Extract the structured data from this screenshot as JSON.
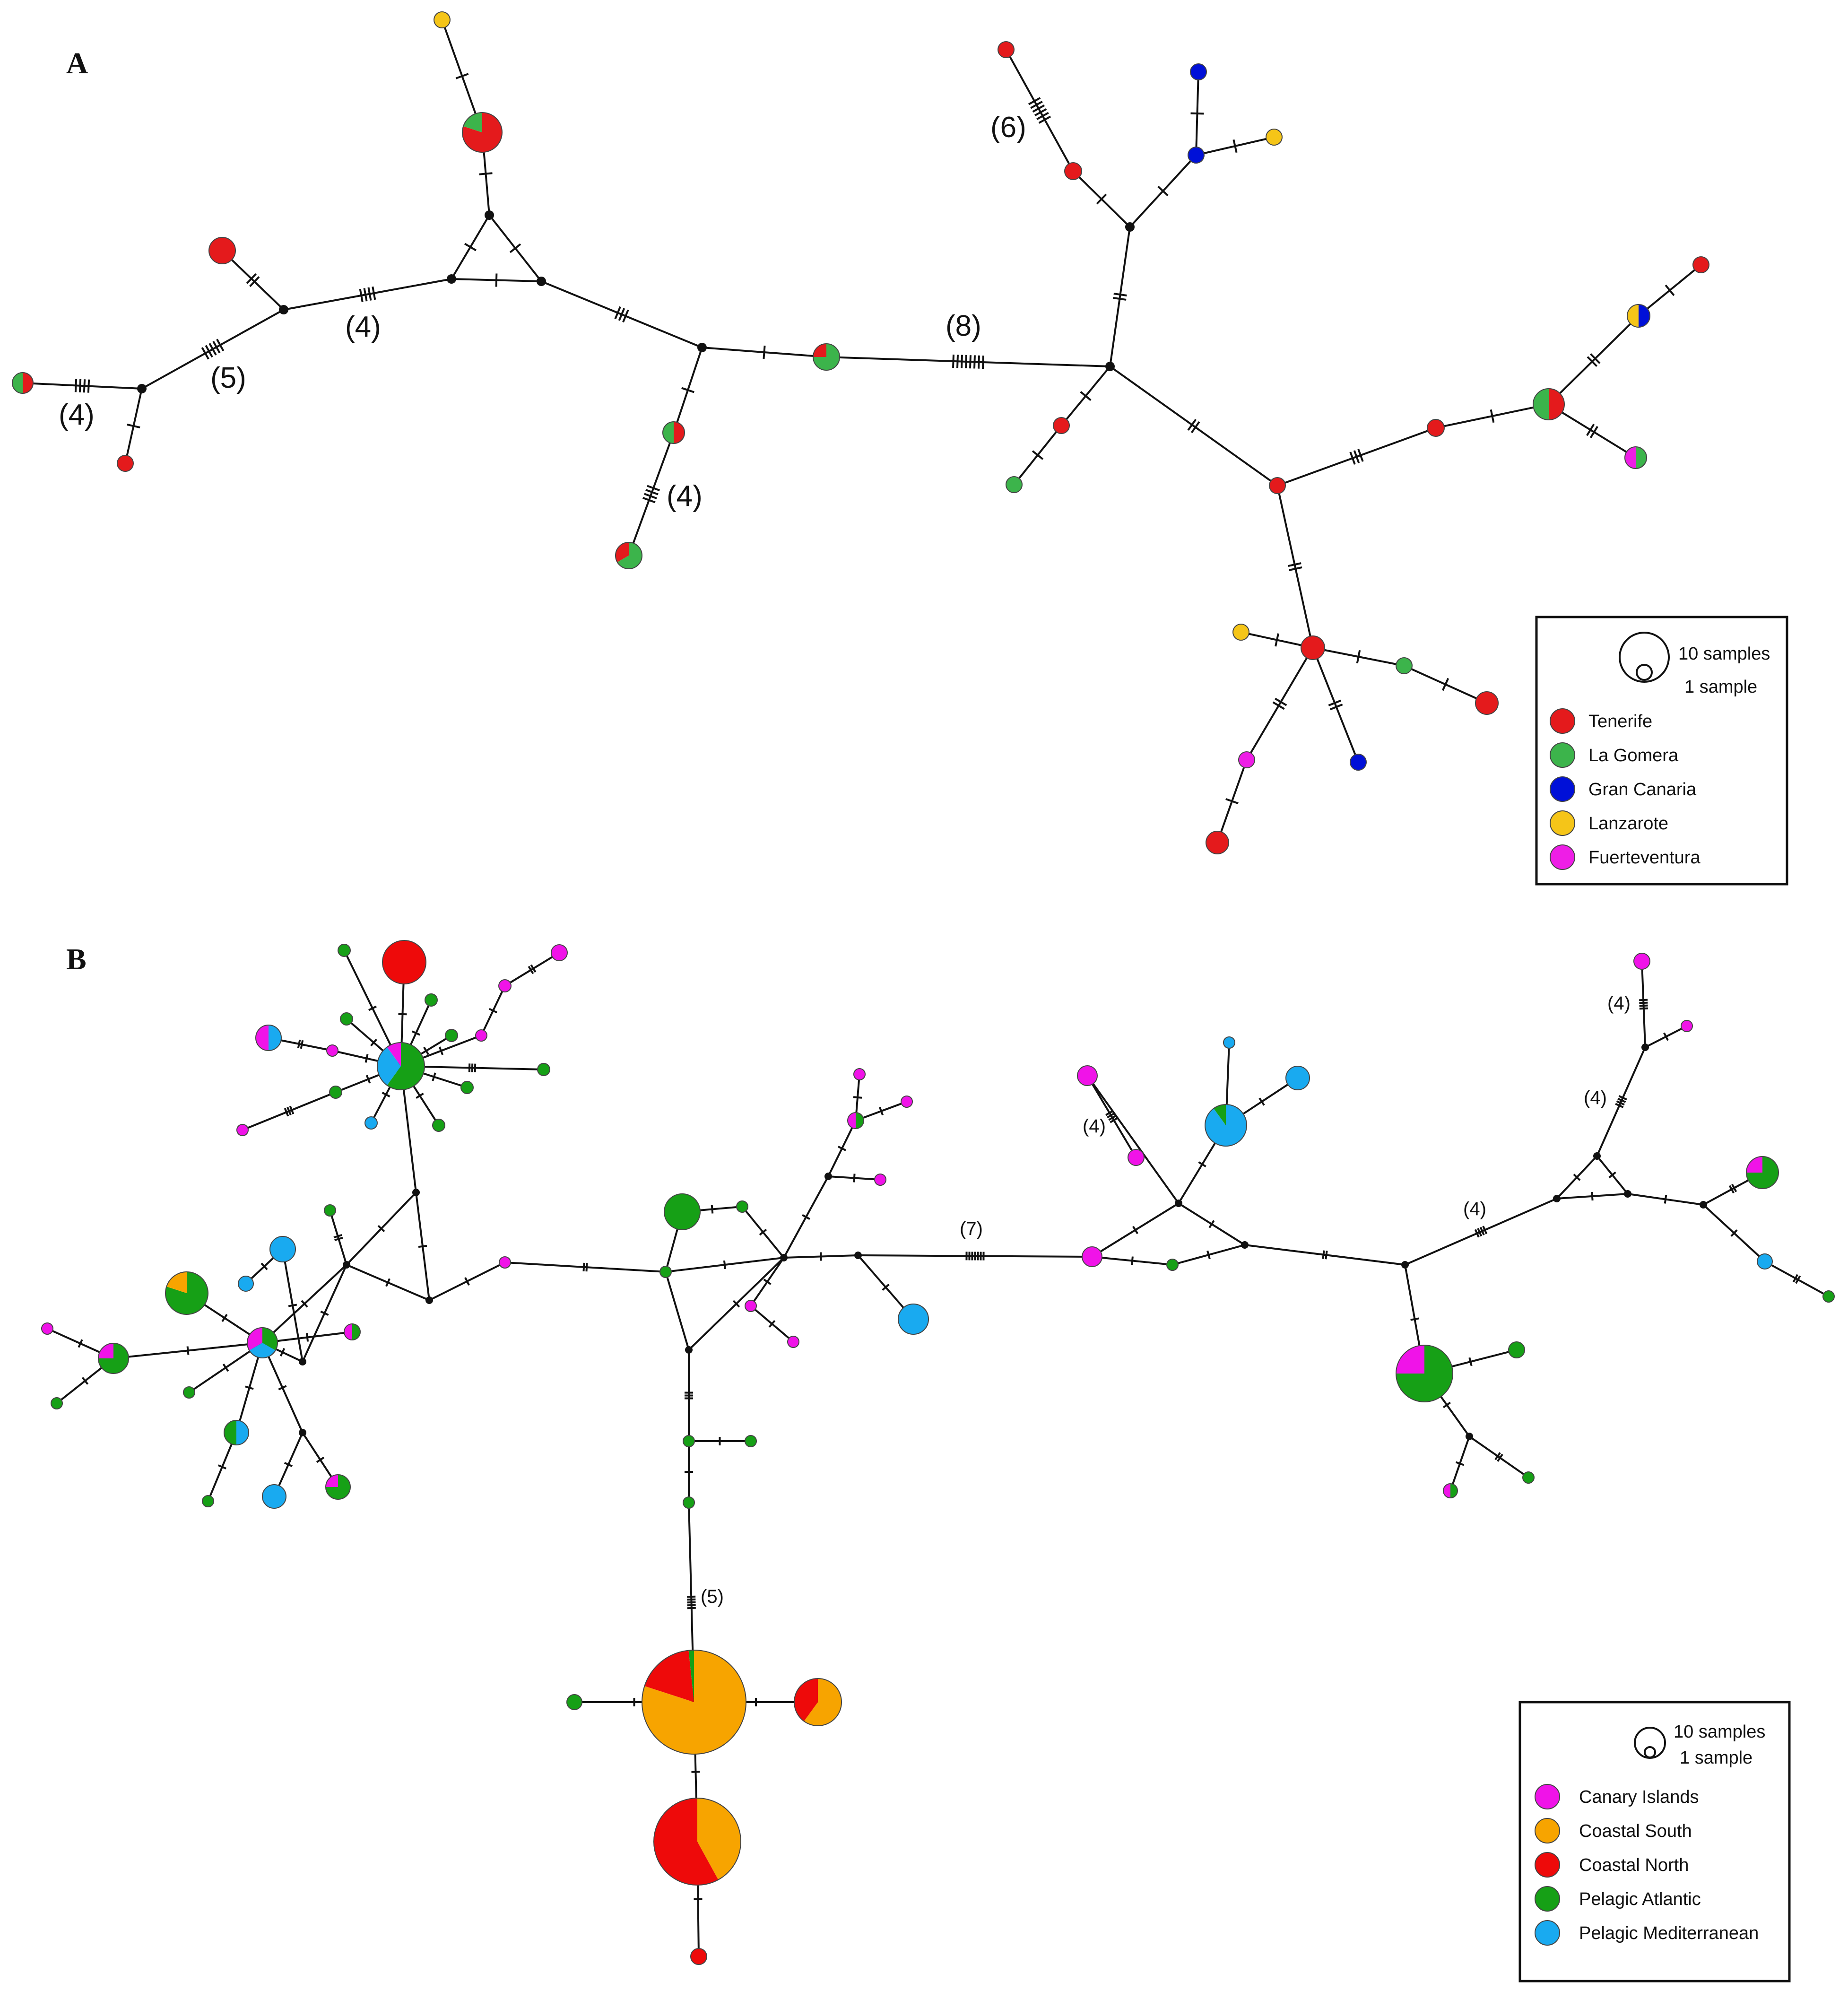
{
  "panels": [
    {
      "label": "A",
      "legend": {
        "size_labels": [
          "10 samples",
          "1 sample"
        ],
        "items": [
          {
            "name": "Tenerife",
            "color": "#e41a1c"
          },
          {
            "name": "La Gomera",
            "color": "#3cb44b"
          },
          {
            "name": "Gran Canaria",
            "color": "#0010d8"
          },
          {
            "name": "Lanzarote",
            "color": "#f5c518"
          },
          {
            "name": "Fuerteventura",
            "color": "#ee1ee6"
          }
        ]
      },
      "mutation_counts": [
        "(4)",
        "(5)",
        "(4)",
        "(4)",
        "(8)",
        "(6)"
      ]
    },
    {
      "label": "B",
      "legend": {
        "size_labels": [
          "10 samples",
          "1 sample"
        ],
        "items": [
          {
            "name": "Canary Islands",
            "color": "#f013e8"
          },
          {
            "name": "Coastal South",
            "color": "#f7a400"
          },
          {
            "name": "Coastal North",
            "color": "#ee0a0a"
          },
          {
            "name": "Pelagic Atlantic",
            "color": "#16a016"
          },
          {
            "name": "Pelagic Mediterranean",
            "color": "#19aaf0"
          }
        ]
      },
      "mutation_counts": [
        "(7)",
        "(5)",
        "(4)",
        "(4)",
        "(4)",
        "(4)"
      ]
    }
  ]
}
